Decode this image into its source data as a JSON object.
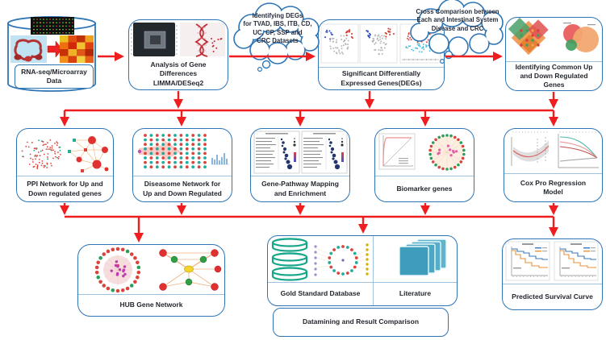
{
  "palette": {
    "box_border": "#2e75b6",
    "divider": "#9dc3e0",
    "arrow": "#ef1d1d",
    "label_text": "#23272e"
  },
  "nodes": {
    "rnaseq": {
      "label": "RNA-seq/Microarray\nData"
    },
    "analysis": {
      "label": "Analysis of Gene\nDifferences\nLIMMA/DESeq2"
    },
    "degs": {
      "label": "Significant Differentially\nExpressed Genes(DEGs)"
    },
    "common": {
      "label": "Identifying Common Up\nand Down Regulated\nGenes"
    },
    "ppi": {
      "label": "PPI Network for Up and\nDown regulated genes"
    },
    "diseasome": {
      "label": "Diseasome Network for\nUp and Down Regulated"
    },
    "gene_pathway": {
      "label": "Gene-Pathway Mapping\nand Enrichment"
    },
    "biomarker": {
      "label": "Biomarker genes"
    },
    "cox": {
      "label": "Cox Pro Regression\nModel"
    },
    "hub": {
      "label": "HUB Gene Network"
    },
    "gold": {
      "label": "Gold Standard Database"
    },
    "literature": {
      "label": "Literature"
    },
    "datamining": {
      "label": "Datamining and Result Comparison"
    },
    "survival": {
      "label": "Predicted Survival Curve"
    }
  },
  "clouds": {
    "identifying": {
      "label": "Identifying DEGs\nfor TVAD, IBS, ITB, CD,\nUC, CP, SSP and\nCRC Datasets"
    },
    "cross": {
      "label": "Cross Comparison between\nEach and Intestinal System\nDisease and CRC"
    }
  }
}
